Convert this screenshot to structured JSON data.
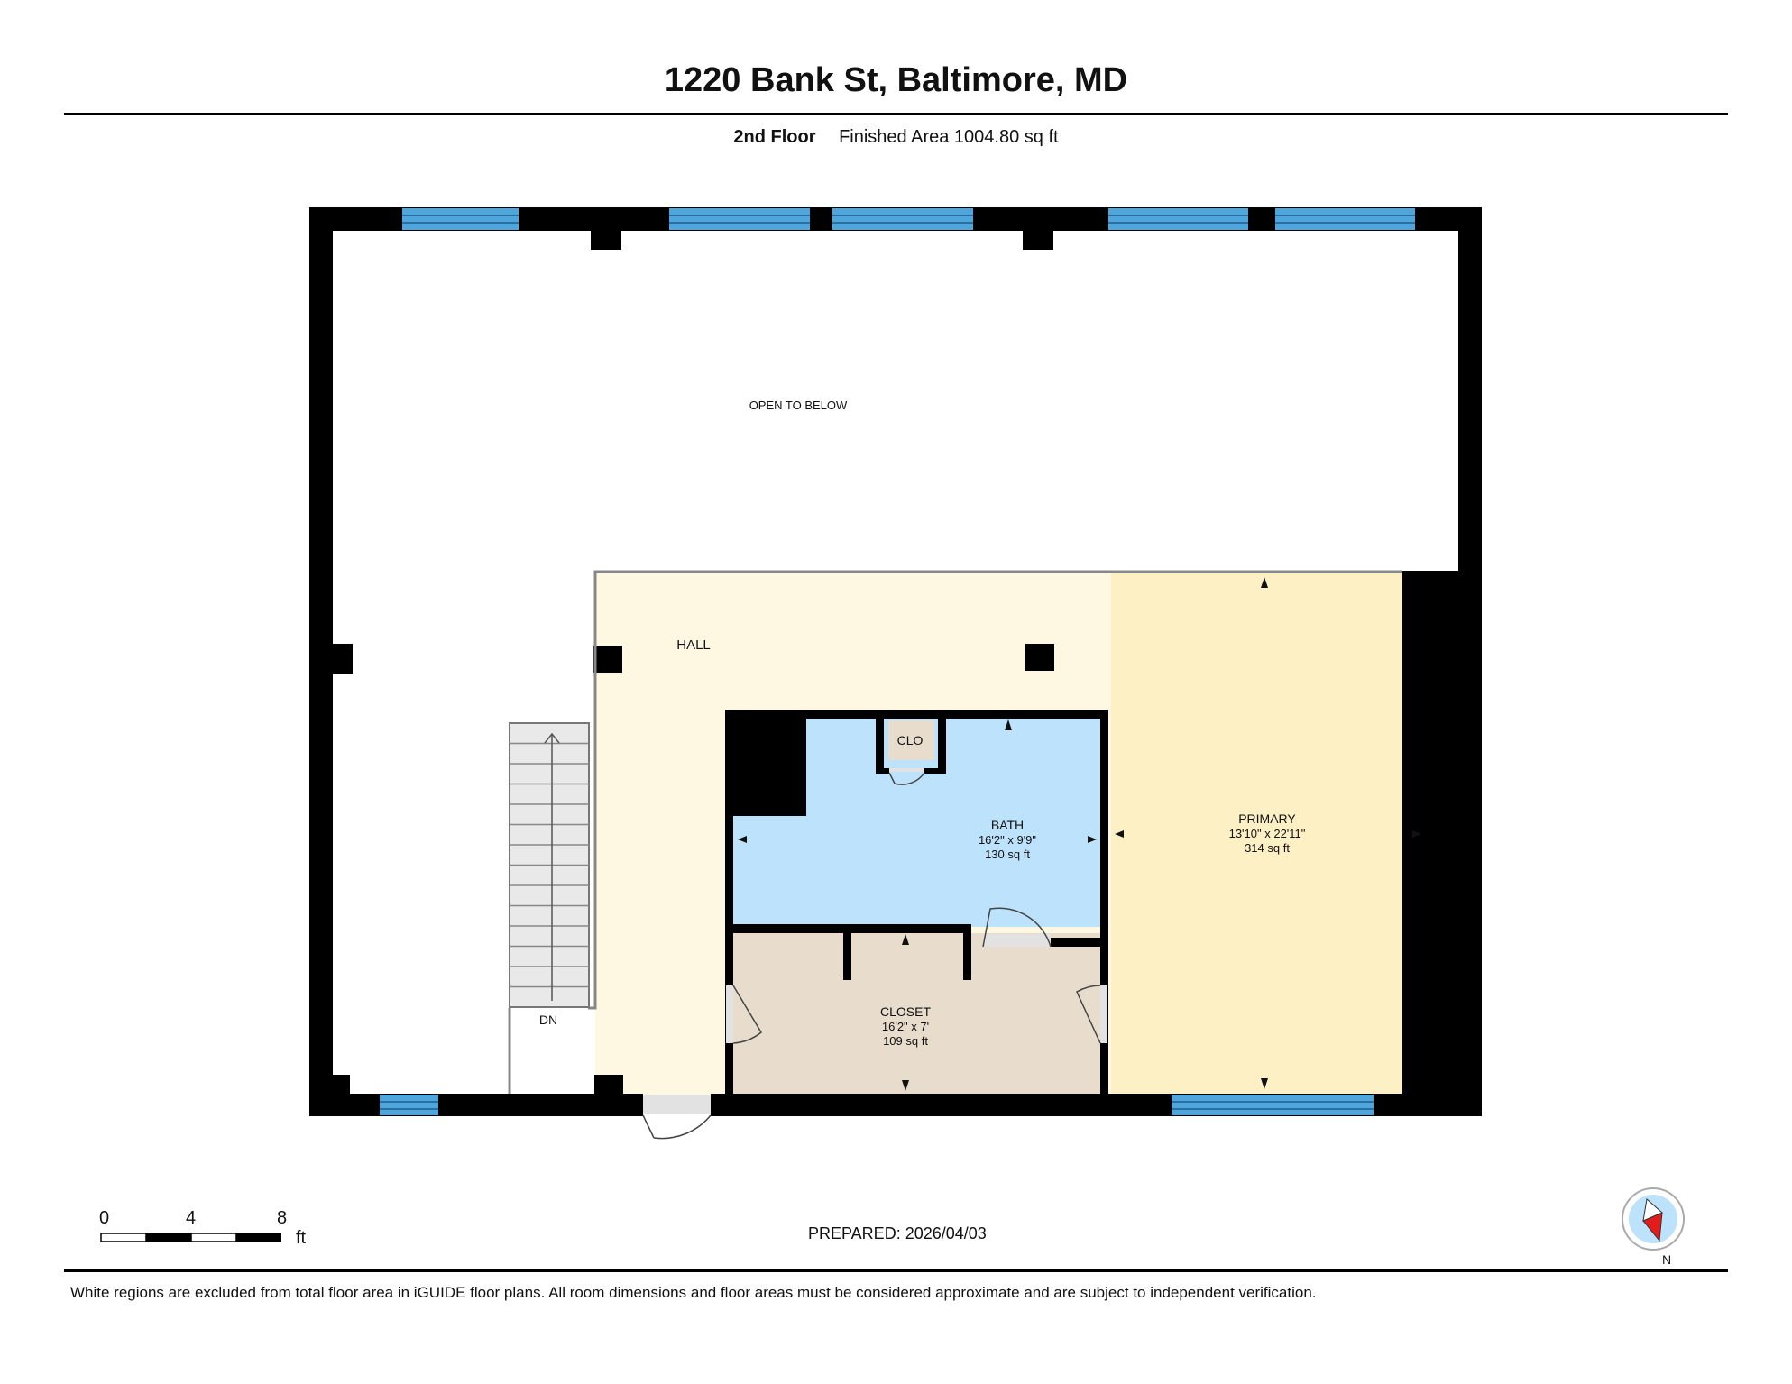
{
  "header": {
    "title": "1220 Bank St, Baltimore, MD",
    "floor": "2nd Floor",
    "area": "Finished Area 1004.80 sq ft"
  },
  "rooms": {
    "open": {
      "name": "OPEN TO BELOW"
    },
    "hall": {
      "name": "HALL"
    },
    "clo": {
      "name": "CLO"
    },
    "bath": {
      "name": "BATH",
      "dims": "16'2\" x 9'9\"",
      "area": "130 sq ft"
    },
    "closet": {
      "name": "CLOSET",
      "dims": "16'2\" x 7'",
      "area": "109 sq ft"
    },
    "primary": {
      "name": "PRIMARY",
      "dims": "13'10\" x 22'11\"",
      "area": "314 sq ft"
    },
    "stairs": {
      "label": "DN"
    }
  },
  "scale": {
    "ticks": [
      "0",
      "4",
      "8"
    ],
    "unit": "ft"
  },
  "compass": {
    "label": "N",
    "icon": "compass-icon"
  },
  "prepared": "PREPARED: 2026/04/03",
  "footer_note": "White regions are excluded from total floor area in iGUIDE floor plans. All room dimensions and floor areas must be considered approximate and are subject to independent verification.",
  "colors": {
    "wall": "#000000",
    "window": "#4ea6dc",
    "hall": "#fef8e3",
    "primary": "#fdf0c5",
    "bath": "#bde2fb",
    "closet": "#e8ddcc",
    "clo": "#e8ddcc"
  }
}
